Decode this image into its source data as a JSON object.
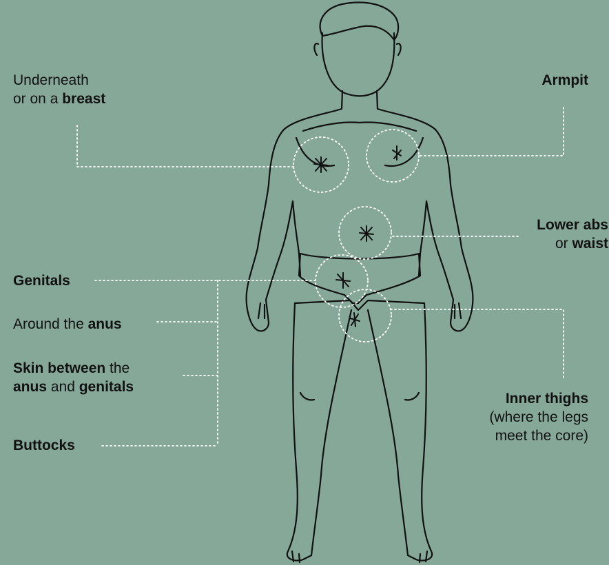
{
  "labels": {
    "breast": {
      "line1": "Underneath",
      "pre": "or on a ",
      "bold": "breast"
    },
    "armpit": {
      "bold": "Armpit"
    },
    "lower_abs": {
      "bold1": "Lower abs",
      "mid": "or ",
      "bold2": "waist"
    },
    "genitals": {
      "bold": "Genitals"
    },
    "anus": {
      "pre": "Around the ",
      "bold": "anus"
    },
    "perineum": {
      "bold1": "Skin between",
      "mid1": " the",
      "bold2": "anus",
      "mid2": " and ",
      "bold3": "genitals"
    },
    "buttocks": {
      "bold": "Buttocks"
    },
    "inner_thighs": {
      "bold": "Inner thighs",
      "line2": "(where the legs",
      "line3": "meet the core)"
    }
  },
  "colors": {
    "background": "#86a898",
    "outline": "#111111",
    "leader": "#ffffff"
  }
}
